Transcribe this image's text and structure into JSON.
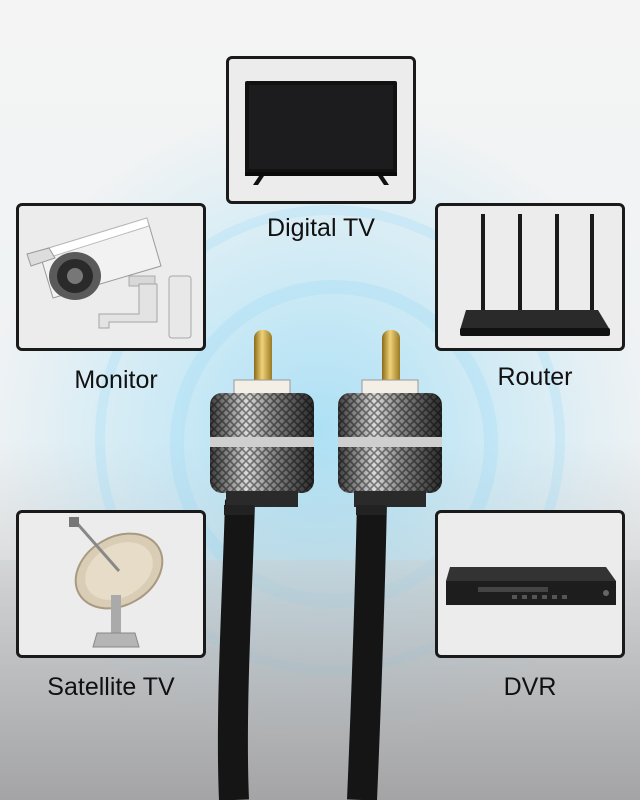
{
  "devices": [
    {
      "key": "digital_tv",
      "label": "Digital TV",
      "icon": "tv-icon"
    },
    {
      "key": "monitor",
      "label": "Monitor",
      "icon": "security-camera-icon"
    },
    {
      "key": "router",
      "label": "Router",
      "icon": "router-icon"
    },
    {
      "key": "satellite_tv",
      "label": "Satellite TV",
      "icon": "satellite-dish-icon"
    },
    {
      "key": "dvr",
      "label": "DVR",
      "icon": "dvr-icon"
    }
  ],
  "product": {
    "icon": "coaxial-cable-icon",
    "connector_color": "#c9a640",
    "cable_color": "#151515"
  }
}
